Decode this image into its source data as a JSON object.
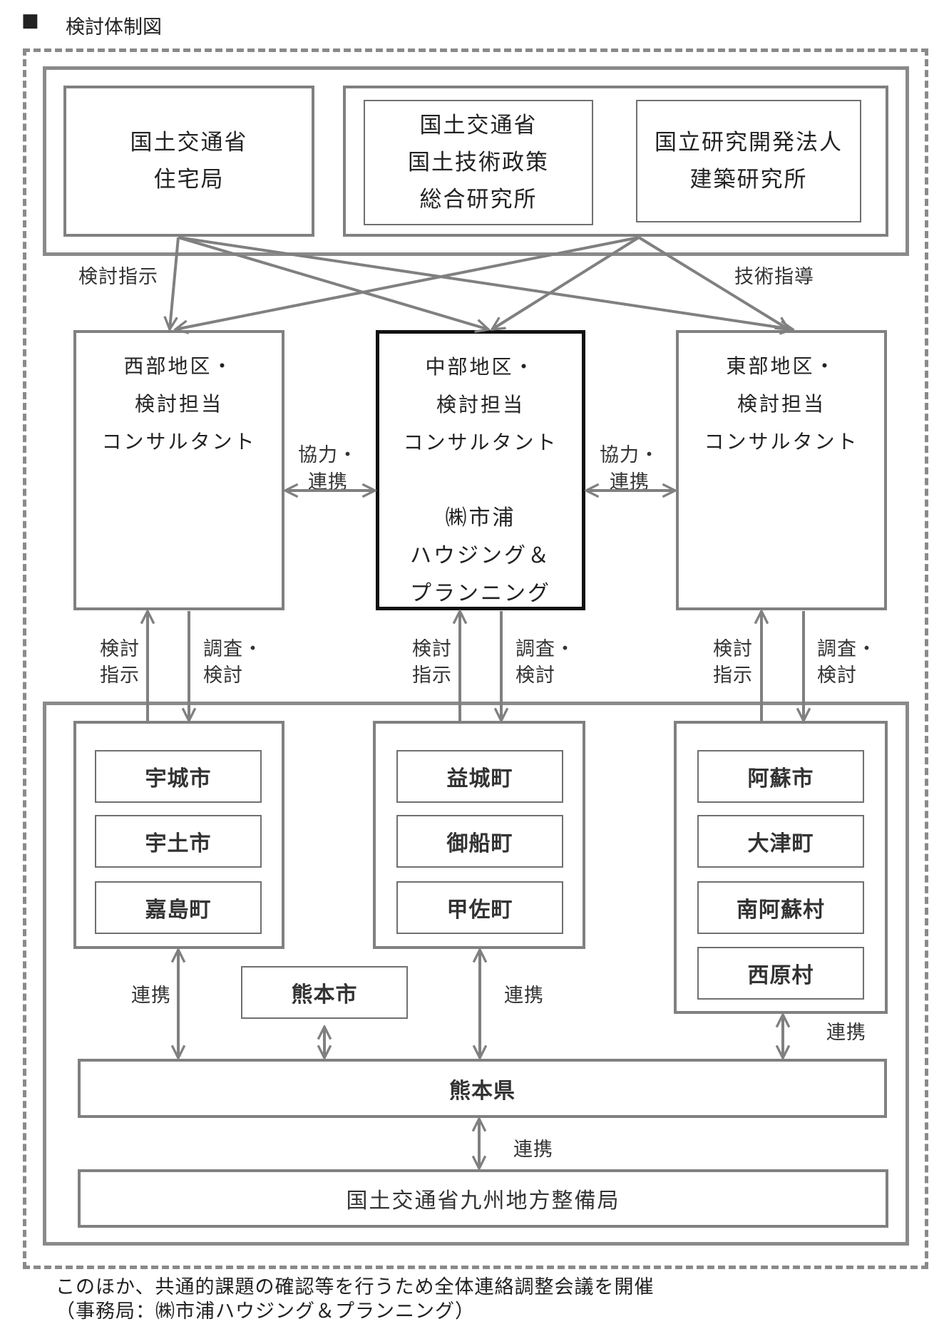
{
  "header": {
    "bullet": "■",
    "title": "検討体制図"
  },
  "top": {
    "jutaku": [
      "国土交通省",
      "住宅局"
    ],
    "nilim": [
      "国土交通省",
      "国土技術政策",
      "総合研究所"
    ],
    "bri": [
      "国立研究開発法人",
      "建築研究所"
    ]
  },
  "labels": {
    "kento_shiji": "検討指示",
    "gijutsu_shido": "技術指導",
    "kyoryoku": [
      "協力・",
      "連携"
    ],
    "shiji_small": [
      "検討",
      "指示"
    ],
    "chosa_small": [
      "調査・",
      "検討"
    ],
    "renkei": "連携"
  },
  "consultants": {
    "west": [
      "西部地区・",
      "検討担当",
      "コンサルタント"
    ],
    "central": [
      "中部地区・",
      "検討担当",
      "コンサルタント",
      "",
      "㈱市浦",
      "ハウジング＆",
      "プランニング"
    ],
    "east": [
      "東部地区・",
      "検討担当",
      "コンサルタント"
    ]
  },
  "municipalities": {
    "west": [
      "宇城市",
      "宇土市",
      "嘉島町"
    ],
    "central": [
      "益城町",
      "御船町",
      "甲佐町"
    ],
    "east": [
      "阿蘇市",
      "大津町",
      "南阿蘇村",
      "西原村"
    ],
    "kumamoto_city": "熊本市"
  },
  "prefecture": "熊本県",
  "kyushu_bureau": "国土交通省九州地方整備局",
  "footer": [
    "このほか、共通的課題の確認等を行うため全体連絡調整会議を開催",
    "（事務局：㈱市浦ハウジング＆プランニング）"
  ],
  "colors": {
    "line": "#808080",
    "bold_border": "#111111",
    "text": "#222222"
  }
}
